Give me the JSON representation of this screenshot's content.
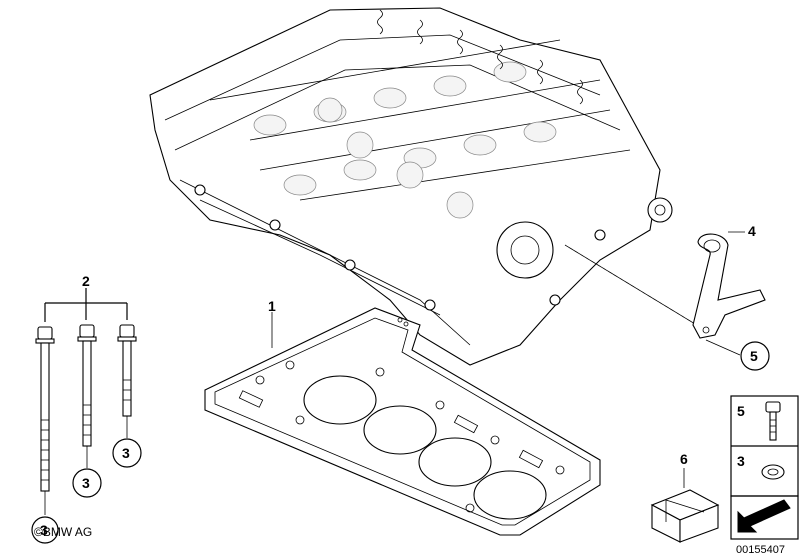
{
  "callouts": {
    "c1": "1",
    "c2": "2",
    "c3a": "3",
    "c3b": "3",
    "c3c": "3",
    "c4": "4",
    "c5": "5",
    "c6": "6"
  },
  "legend": {
    "row1_num": "5",
    "row2_num": "3"
  },
  "brand": "©BMW AG",
  "drawing_number": "00155407",
  "icons": {
    "cylinder_head": "cylinder-head-illustration",
    "gasket": "head-gasket-illustration",
    "bolts": "cylinder-head-bolt-illustration",
    "bracket": "bracket-illustration",
    "kit": "repair-kit-box-illustration",
    "arrow": "arrow-icon"
  }
}
